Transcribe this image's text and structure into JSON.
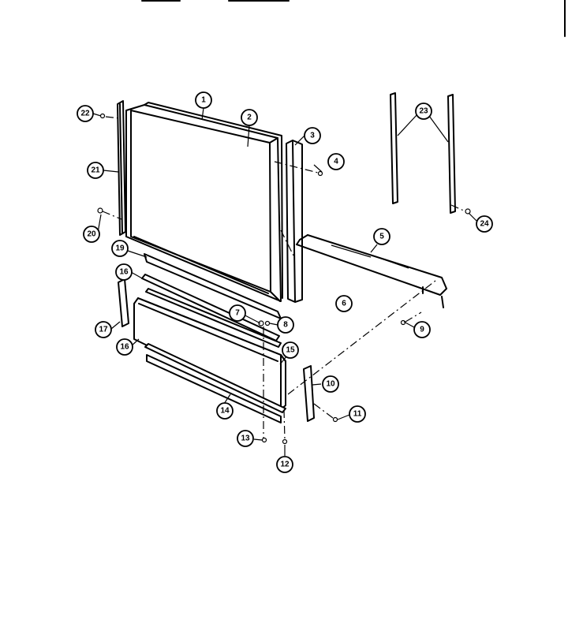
{
  "callouts": [
    {
      "label": "1"
    },
    {
      "label": "2"
    },
    {
      "label": "3"
    },
    {
      "label": "4"
    },
    {
      "label": "5"
    },
    {
      "label": "6"
    },
    {
      "label": "7"
    },
    {
      "label": "8"
    },
    {
      "label": "9"
    },
    {
      "label": "10"
    },
    {
      "label": "11"
    },
    {
      "label": "12"
    },
    {
      "label": "13"
    },
    {
      "label": "14"
    },
    {
      "label": "15"
    },
    {
      "label": "16"
    },
    {
      "label": "16"
    },
    {
      "label": "17"
    },
    {
      "label": "19"
    },
    {
      "label": "20"
    },
    {
      "label": "21"
    },
    {
      "label": "22"
    },
    {
      "label": "23"
    },
    {
      "label": "24"
    }
  ]
}
